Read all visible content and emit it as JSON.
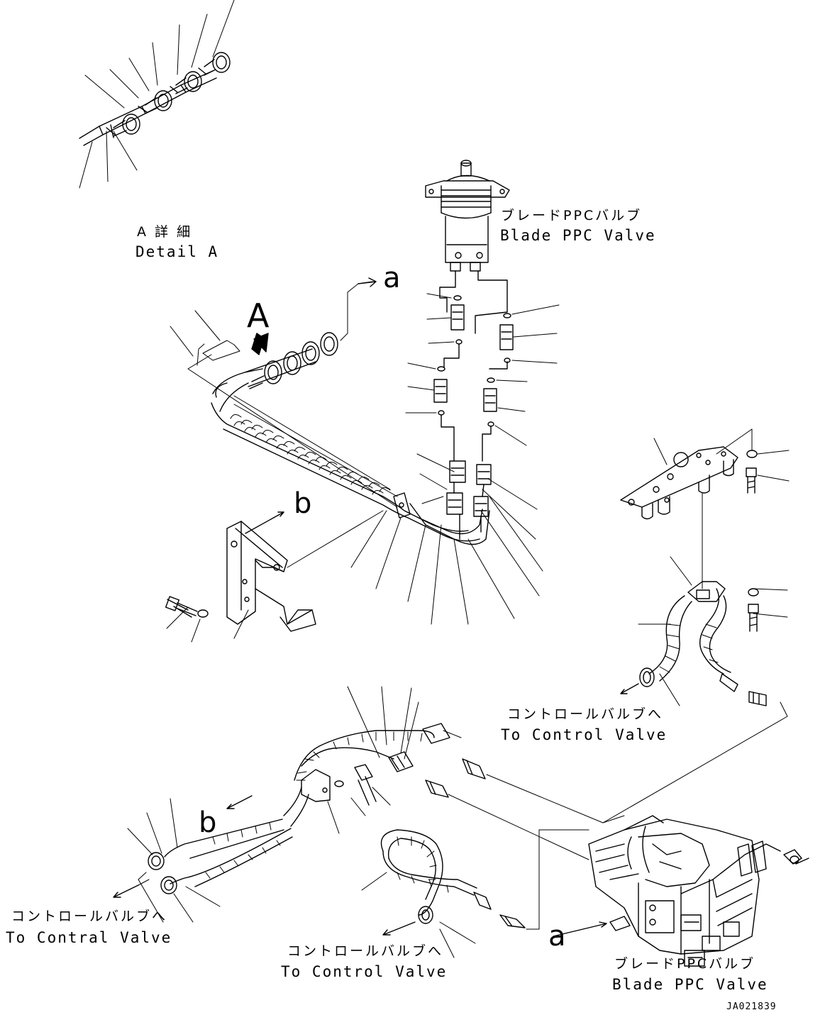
{
  "labels": {
    "detail_a_jp": "A 詳 細",
    "detail_a_en": "Detail A",
    "ppc_top_jp": "ブレードPPCバルブ",
    "ppc_top_en": "Blade PPC Valve",
    "ppc_bottom_jp": "ブレードPPCバルブ",
    "ppc_bottom_en": "Blade PPC Valve",
    "to_cv_right_jp": "コントロールバルブへ",
    "to_cv_right_en": "To Control Valve",
    "to_cv_left_jp": "コントロールバルブへ",
    "to_cv_left_en": "To Contral Valve",
    "to_cv_mid_jp": "コントロールバルブへ",
    "to_cv_mid_en": "To Control Valve",
    "view_a": "A",
    "ref_a_top": "a",
    "ref_a_bottom": "a",
    "ref_b_top": "b",
    "ref_b_bottom": "b",
    "drawing_code": "JA021839"
  },
  "colors": {
    "line": "#000000",
    "background": "#ffffff"
  }
}
